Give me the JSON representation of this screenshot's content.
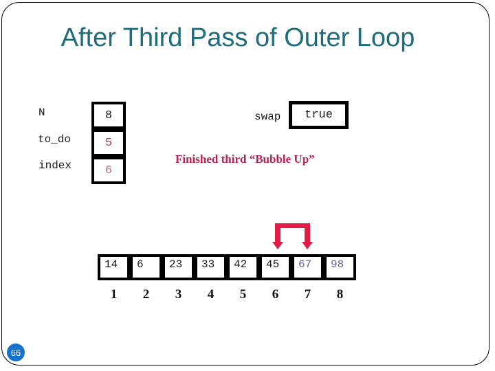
{
  "slide": {
    "title": "After Third Pass of Outer Loop",
    "page_number": "66"
  },
  "variables": {
    "rows": [
      {
        "label": "N",
        "value": "8",
        "color": "#1a1a1a"
      },
      {
        "label": "to_do",
        "value": "5",
        "color": "#b93a63"
      },
      {
        "label": "index",
        "value": "6",
        "color": "#c76b91"
      }
    ]
  },
  "swap": {
    "label": "swap",
    "value": "true"
  },
  "annotation": {
    "text": "Finished third “Bubble Up”",
    "color": "#c01f4e"
  },
  "array": {
    "cells": [
      {
        "value": "14",
        "color": "#1a1a1a"
      },
      {
        "value": "6",
        "color": "#1a1a1a"
      },
      {
        "value": "23",
        "color": "#1a1a1a"
      },
      {
        "value": "33",
        "color": "#1a1a1a"
      },
      {
        "value": "42",
        "color": "#1a1a1a"
      },
      {
        "value": "45",
        "color": "#1a1a1a"
      },
      {
        "value": "67",
        "color": "#62629e"
      },
      {
        "value": "98",
        "color": "#62629e"
      }
    ],
    "indices": [
      "1",
      "2",
      "3",
      "4",
      "5",
      "6",
      "7",
      "8"
    ]
  },
  "bracket": {
    "points_at_cell_indices": [
      6,
      7
    ],
    "color": "#e31c46"
  },
  "colors": {
    "title": "#1e6b7a",
    "badge_background": "#1670cd",
    "border": "#000000"
  }
}
